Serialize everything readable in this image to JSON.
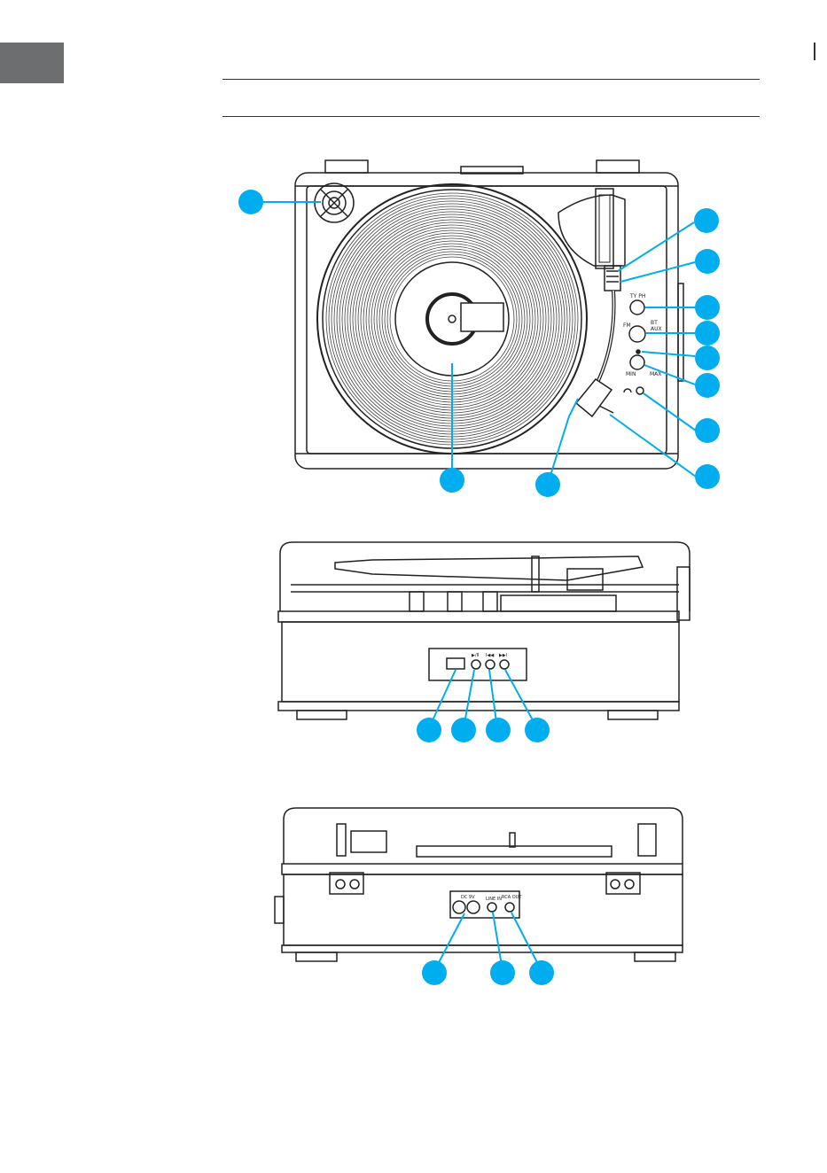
{
  "top_view": {
    "labels": {
      "ty_ph": "TY   PH",
      "fm": "FM",
      "bt": "BT",
      "aux": "AUX",
      "min": "MIN",
      "max": "MAX"
    }
  },
  "front_view": {
    "labels": {
      "play": "▶/II",
      "prev": "I◀◀",
      "next": "▶▶I"
    }
  },
  "rear_view": {
    "labels": {
      "dcv": "DC 9V",
      "line_in": "LINE IN",
      "rca_out": "RCA OUT"
    }
  },
  "colors": {
    "callout": "#00aeef",
    "lang_tab": "#6d6e70",
    "line": "#222222"
  }
}
